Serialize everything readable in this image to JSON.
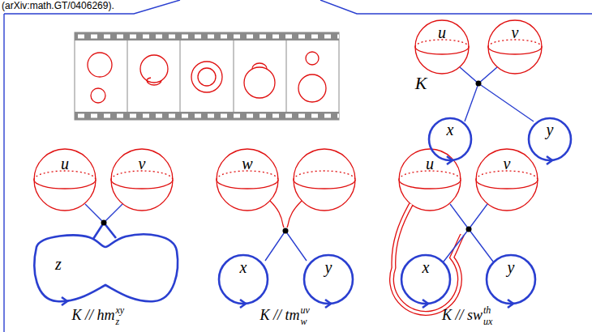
{
  "diagram": {
    "labels": [
      "(arXiv:math.GT/0406269).",
      "u",
      "v",
      "K",
      "x",
      "y",
      "u",
      "v",
      "z",
      "K // hm",
      "xy",
      "z",
      "w",
      "x",
      "y",
      "K // tm",
      "uv",
      "w",
      "u",
      "v",
      "x",
      "y",
      "K // sw",
      "th",
      "ux"
    ]
  }
}
